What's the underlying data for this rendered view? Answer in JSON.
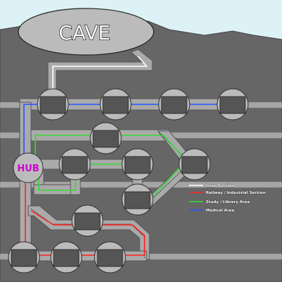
{
  "map": {
    "cave_label": "CAVE",
    "hub_label": "HUB",
    "colors": {
      "sky": "#dcf2f6",
      "mountain": "#666666",
      "corridor": "#aaaaaa",
      "room": "#bbbbbb",
      "room_inner": "#555555",
      "intro": "#ffffff",
      "railway": "#ff2020",
      "study": "#33dd33",
      "medical": "#2255ff"
    },
    "legend": [
      {
        "label": "Intro Section",
        "color": "#ffffff"
      },
      {
        "label": "Railway / Industrial Section",
        "color": "#ff2020"
      },
      {
        "label": "Study / Library Area",
        "color": "#33dd33"
      },
      {
        "label": "Medical Area",
        "color": "#2255ff"
      }
    ]
  }
}
